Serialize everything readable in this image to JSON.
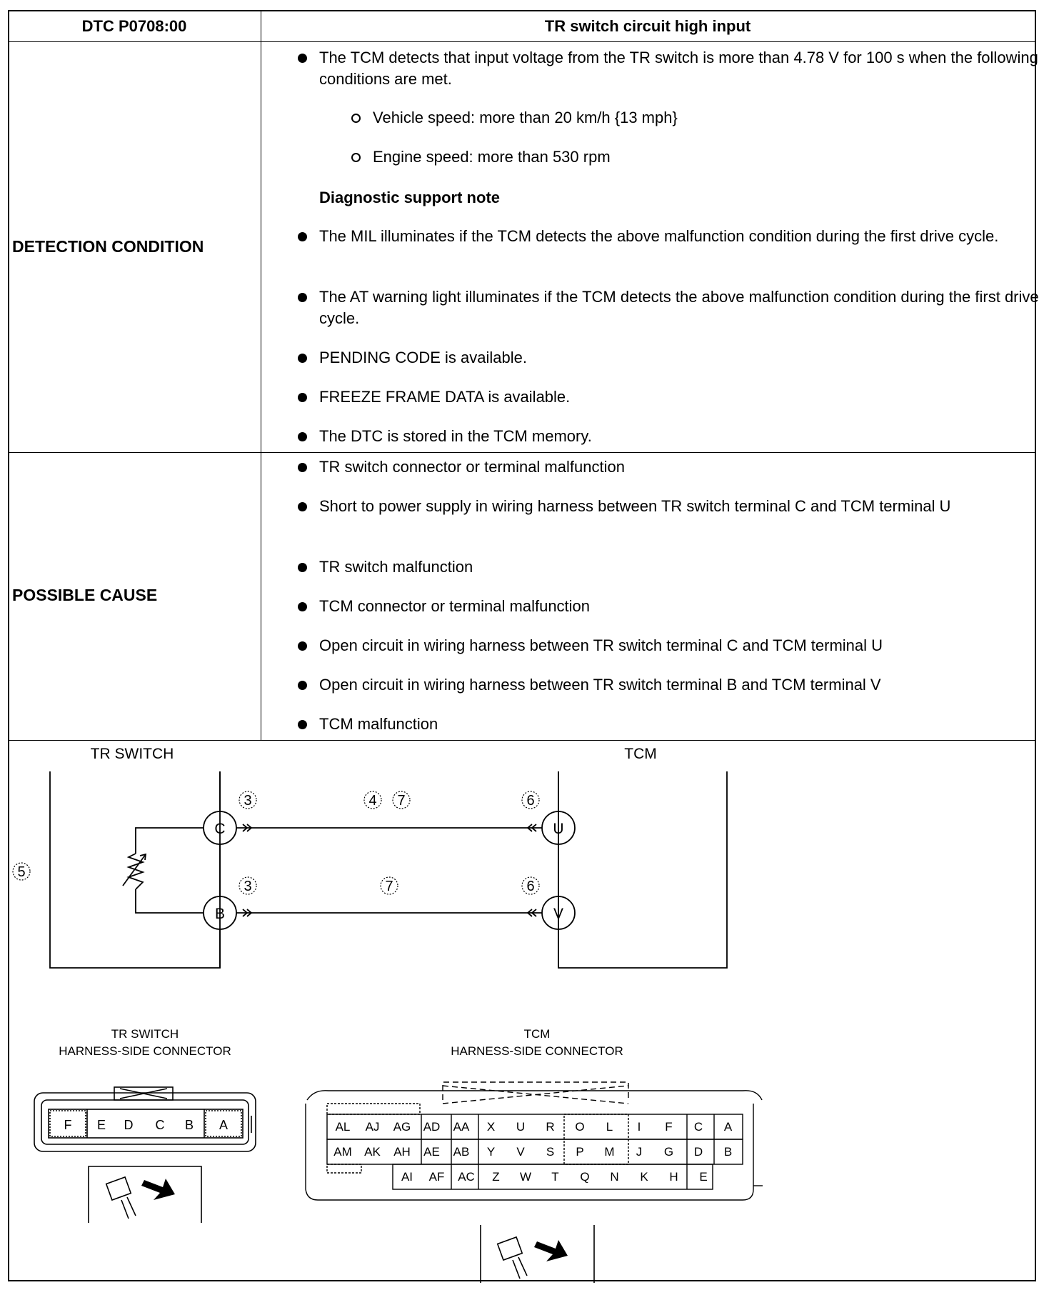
{
  "header": {
    "dtc": "DTC P0708:00",
    "title": "TR switch circuit high input"
  },
  "detection": {
    "label": "DETECTION CONDITION",
    "main": "The TCM detects that input voltage from the TR switch is more than 4.78 V for 100 s when the following conditions are met.",
    "conditions": [
      "Vehicle speed: more than 20 km/h {13 mph}",
      "Engine speed: more than 530 rpm"
    ],
    "note_title": "Diagnostic support note",
    "notes": [
      "The MIL illuminates if the TCM detects the above malfunction condition during the first drive cycle.",
      "The AT warning light illuminates if the TCM detects the above malfunction condition during the first drive cycle.",
      "PENDING CODE is available.",
      "FREEZE FRAME DATA is available.",
      "The DTC is stored in the TCM memory."
    ]
  },
  "cause": {
    "label": "POSSIBLE CAUSE",
    "items": [
      "TR switch connector or terminal malfunction",
      "Short to power supply in wiring harness between TR switch terminal C and TCM terminal U",
      "TR switch malfunction",
      "TCM connector or terminal malfunction",
      "Open circuit in wiring harness between TR switch terminal C and TCM terminal U",
      "Open circuit in wiring harness between TR switch terminal B and TCM terminal V",
      "TCM malfunction"
    ]
  },
  "diagram": {
    "tr_switch": "TR SWITCH",
    "tcm": "TCM",
    "terminals": {
      "c": "C",
      "b": "B",
      "u": "U",
      "v": "V"
    },
    "callouts": {
      "c3": "3",
      "w4": "4",
      "w7a": "7",
      "u6": "6",
      "b3": "3",
      "w7b": "7",
      "v6": "6",
      "sw5": "5"
    },
    "tr_conn_title": [
      "TR SWITCH",
      "HARNESS-SIDE CONNECTOR"
    ],
    "tcm_conn_title": [
      "TCM",
      "HARNESS-SIDE CONNECTOR"
    ],
    "tr_pins": [
      "F",
      "E",
      "D",
      "C",
      "B",
      "A"
    ],
    "tcm_row1": [
      "AL",
      "AJ",
      "AG",
      "AD",
      "AA",
      "X",
      "U",
      "R",
      "O",
      "L",
      "I",
      "F",
      "C",
      "A"
    ],
    "tcm_row2": [
      "AM",
      "AK",
      "AH",
      "AE",
      "AB",
      "Y",
      "V",
      "S",
      "P",
      "M",
      "J",
      "G",
      "D",
      "B"
    ],
    "tcm_row3": [
      "AI",
      "AF",
      "AC",
      "Z",
      "W",
      "T",
      "Q",
      "N",
      "K",
      "H",
      "E"
    ]
  }
}
